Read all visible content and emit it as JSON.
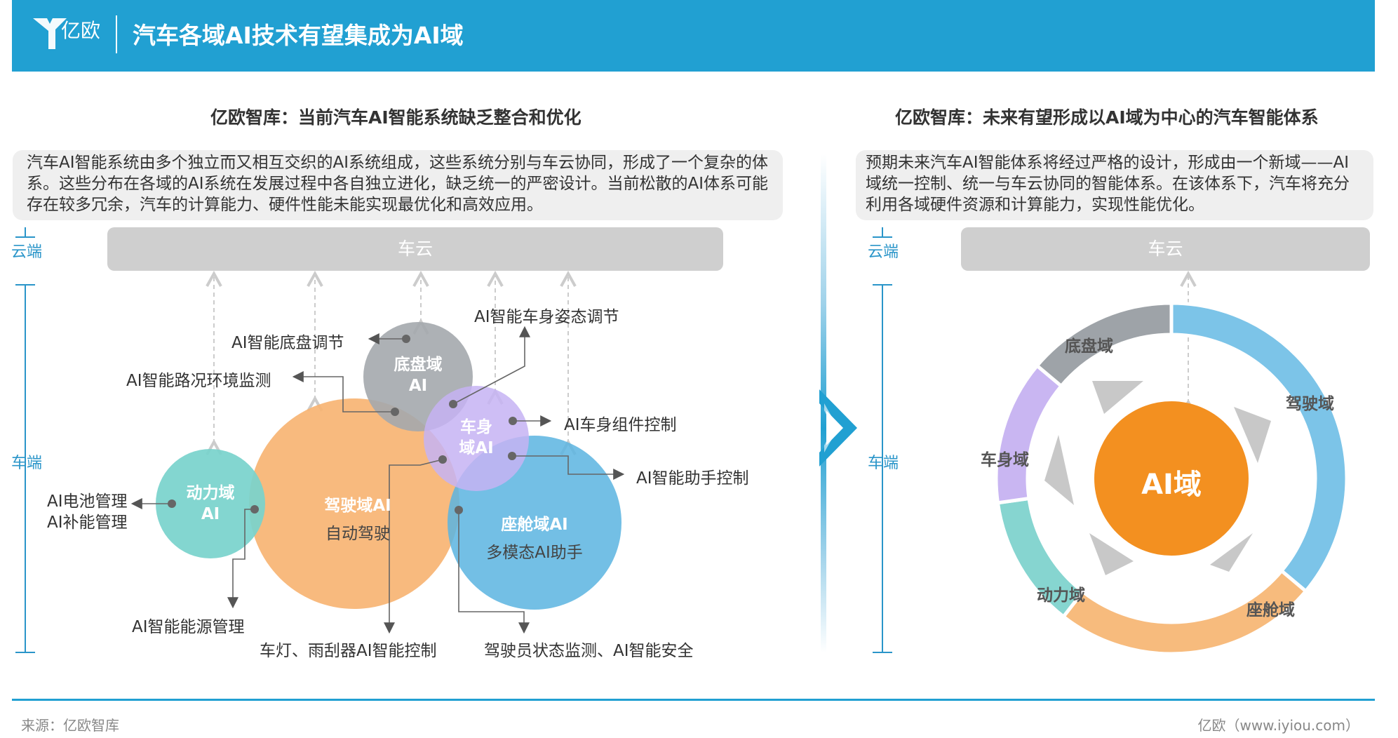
{
  "header": {
    "logo_text": "亿欧",
    "title": "汽车各域AI技术有望集成为AI域"
  },
  "left": {
    "subtitle": "亿欧智库：当前汽车AI智能系统缺乏整合和优化",
    "description": "汽车AI智能系统由多个独立而又相互交织的AI系统组成，这些系统分别与车云协同，形成了一个复杂的体系。这些分布在各域的AI系统在发展过程中各自独立进化，缺乏统一的严密设计。当前松散的AI体系可能存在较多冗余，汽车的计算能力、硬件性能未能实现最优化和高效应用。",
    "cloud_label": "云端",
    "car_label": "车端",
    "cloud_bar": "车云",
    "bubbles": {
      "chassis": {
        "line1": "底盘域",
        "line2": "AI"
      },
      "body": {
        "line1": "车身",
        "line2": "域AI"
      },
      "power": {
        "line1": "动力域",
        "line2": "AI"
      },
      "driving": {
        "line1": "驾驶域AI",
        "line2": "自动驾驶"
      },
      "cockpit": {
        "line1": "座舱域AI",
        "line2": "多模态AI助手"
      }
    },
    "annotations": {
      "chassis_adjust": "AI智能底盘调节",
      "road_monitor": "AI智能路况环境监测",
      "body_posture": "AI智能车身姿态调节",
      "body_component": "AI车身组件控制",
      "assistant": "AI智能助手控制",
      "battery": "AI电池管理",
      "charging": "AI补能管理",
      "energy": "AI智能能源管理",
      "lights": "车灯、雨刮器AI智能控制",
      "driver_monitor": "驾驶员状态监测、AI智能安全"
    }
  },
  "right": {
    "subtitle": "亿欧智库：未来有望形成以AI域为中心的汽车智能体系",
    "description": "预期未来汽车AI智能体系将经过严格的设计，形成由一个新域——AI域统一控制、统一与车云协同的智能体系。在该体系下，汽车将充分利用各域硬件资源和计算能力，实现性能优化。",
    "cloud_label": "云端",
    "car_label": "车端",
    "cloud_bar": "车云",
    "center": "AI域",
    "segments": [
      {
        "label": "驾驶域",
        "color": "#7cc4e8"
      },
      {
        "label": "座舱域",
        "color": "#f7bb7d"
      },
      {
        "label": "动力域",
        "color": "#86d5d0"
      },
      {
        "label": "车身域",
        "color": "#c9b6f2"
      },
      {
        "label": "底盘域",
        "color": "#9ea3a8"
      }
    ]
  },
  "colors": {
    "brand": "#21a0d2",
    "ai_center": "#f39020",
    "driving_bubble": "#f7b473",
    "cockpit_bubble": "#5bb4e0",
    "power_bubble": "#78d3cc",
    "chassis_bubble": "#a4a8ad",
    "body_bubble": "#c6b3f3"
  },
  "footer": {
    "source": "来源：亿欧智库",
    "site": "亿欧（www.iyiou.com）"
  }
}
